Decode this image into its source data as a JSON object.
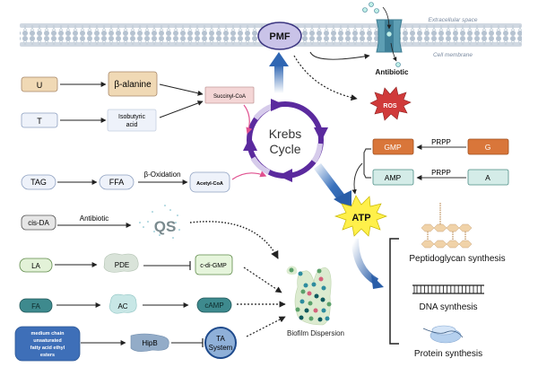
{
  "membrane": {
    "extracellular_label": "Extracellular space",
    "membrane_label": "Cell membrane"
  },
  "pmf": {
    "label": "PMF",
    "fill": "#c9c3e8",
    "stroke": "#3b3580"
  },
  "channel": {
    "label": "Antibiotic",
    "color": "#4f93a8"
  },
  "ros": {
    "label": "ROS",
    "fill": "#d03a3a"
  },
  "krebs": {
    "label_line1": "Krebs",
    "label_line2": "Cycle",
    "color": "#5b2a9e"
  },
  "atp": {
    "label": "ATP",
    "fill": "#fff04a"
  },
  "left_pathways": {
    "u": {
      "label": "U",
      "fill": "#f0d9b5"
    },
    "beta_alanine": {
      "label": "β-alanine",
      "fill": "#f0d9b5"
    },
    "t": {
      "label": "T",
      "fill": "#eef2fa"
    },
    "isobutyric": {
      "label_line1": "Isobutyric",
      "label_line2": "acid",
      "fill": "#eef2fa"
    },
    "succinyl": {
      "label": "Succinyl-CoA",
      "fill": "#f4d6d6"
    },
    "tag": {
      "label": "TAG"
    },
    "ffa": {
      "label": "FFA"
    },
    "beta_ox": {
      "label": "β-Oxidation"
    },
    "acetyl": {
      "label": "Acetyl-CoA"
    },
    "cisda": {
      "label": "cis-DA"
    },
    "antibiotic_arrow": {
      "label": "Antibiotic"
    },
    "qs": {
      "label": "QS"
    },
    "la": {
      "label": "LA"
    },
    "pde": {
      "label": "PDE"
    },
    "cdigmp": {
      "label": "c-di-GMP"
    },
    "fa": {
      "label": "FA"
    },
    "ac": {
      "label": "AC"
    },
    "camp": {
      "label": "cAMP"
    },
    "esters": {
      "lines": [
        "medium chain",
        "unsaturated",
        "fatty acid ethyl",
        "esters"
      ]
    },
    "hipb": {
      "label": "HipB"
    },
    "ta": {
      "label_line1": "TA",
      "label_line2": "System"
    }
  },
  "nucleotides": {
    "gmp": {
      "label": "GMP",
      "fill": "#d9763a"
    },
    "g": {
      "label": "G",
      "fill": "#d9763a"
    },
    "amp": {
      "label": "AMP",
      "fill": "#d4ece8"
    },
    "a": {
      "label": "A",
      "fill": "#d4ece8"
    },
    "prpp_top": "PRPP",
    "prpp_bottom": "PRPP"
  },
  "biofilm": {
    "label": "Biofilm Dispersion"
  },
  "outputs": {
    "peptidoglycan": "Peptidoglycan synthesis",
    "dna": "DNA synthesis",
    "protein": "Protein synthesis"
  }
}
